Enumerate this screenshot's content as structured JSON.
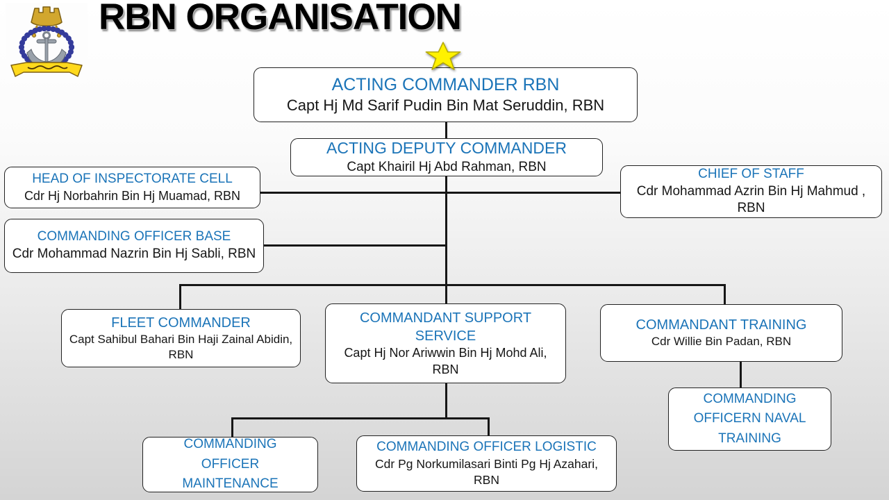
{
  "title": "RBN ORGANISATION",
  "icons": {
    "logo": "rbn-navy-crest",
    "star": "gold-star"
  },
  "colors": {
    "accent_blue": "#1b74b8",
    "text_black": "#161616",
    "box_border": "#212121",
    "connector": "#161616",
    "star_fill": "#fff200",
    "crest_gold": "#d2a72e",
    "crest_blue": "#343b9b"
  },
  "nodes": {
    "acting_commander": {
      "title": "ACTING COMMANDER RBN",
      "name": "Capt Hj Md Sarif Pudin Bin Mat Seruddin, RBN"
    },
    "acting_deputy": {
      "title": "ACTING DEPUTY COMMANDER",
      "name": "Capt Khairil Hj Abd Rahman, RBN"
    },
    "head_inspectorate": {
      "title": "HEAD OF INSPECTORATE CELL",
      "name": "Cdr Hj Norbahrin Bin Hj Muamad, RBN"
    },
    "chief_of_staff": {
      "title": "CHIEF OF STAFF",
      "name": "Cdr Mohammad Azrin Bin Hj Mahmud , RBN"
    },
    "co_base": {
      "title": "COMMANDING OFFICER BASE",
      "name": "Cdr Mohammad Nazrin Bin Hj Sabli, RBN"
    },
    "fleet_commander": {
      "title": "FLEET COMMANDER",
      "name": "Capt Sahibul Bahari Bin Haji Zainal Abidin, RBN"
    },
    "commandant_support": {
      "title": "COMMANDANT SUPPORT SERVICE",
      "name": "Capt Hj Nor Ariwwin Bin Hj Mohd Ali, RBN"
    },
    "commandant_training": {
      "title": "COMMANDANT TRAINING",
      "name": "Cdr Willie Bin Padan, RBN"
    },
    "co_naval_training": {
      "title": "COMMANDING OFFICERN NAVAL TRAINING"
    },
    "co_maintenance": {
      "title": "COMMANDING OFFICER MAINTENANCE"
    },
    "co_logistic": {
      "title": "COMMANDING OFFICER LOGISTIC",
      "name": "Cdr Pg Norkumilasari Binti Pg Hj Azahari, RBN"
    }
  }
}
